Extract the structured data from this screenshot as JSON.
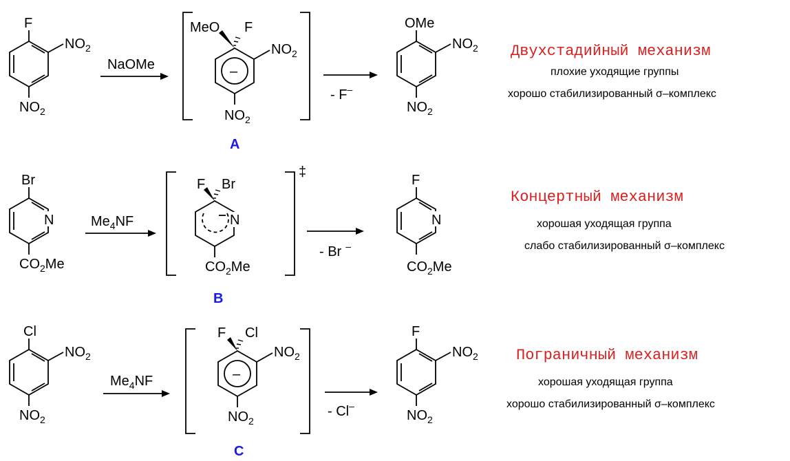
{
  "rows": [
    {
      "reactant": {
        "top": "F",
        "ring_n": "",
        "ortho": "NO",
        "ortho_sub": "2",
        "para": "NO",
        "para_sub": "2"
      },
      "reagent": {
        "base": "NaOMe",
        "sub": "",
        "tail": ""
      },
      "intermediate": {
        "left_sub": "MeO",
        "right_sub": "F",
        "ortho": "NO",
        "ortho_sub": "2",
        "para": "NO",
        "para_sub": "2",
        "charge": "–",
        "label": "A",
        "ts_mark": ""
      },
      "loss": {
        "text": "- F",
        "sup": "–"
      },
      "product": {
        "top": "OMe",
        "ortho": "NO",
        "ortho_sub": "2",
        "para": "NO",
        "para_sub": "2"
      },
      "mechanism": {
        "title": "Двухстадийный механизм",
        "line1": "плохие уходящие группы",
        "line2_pre": "хорошо стабилизированный ",
        "sigma": "σ",
        "line2_post": "–комплекс"
      }
    },
    {
      "reactant": {
        "top": "Br",
        "ring_n": "N",
        "para": "CO",
        "para_sub": "2",
        "para_tail": "Me"
      },
      "reagent": {
        "base": "Me",
        "sub": "4",
        "tail": "NF"
      },
      "intermediate": {
        "left_sub": "F",
        "right_sub": "Br",
        "ring_n": "N",
        "charge": "–",
        "para": "CO",
        "para_sub": "2",
        "para_tail": "Me",
        "label": "B",
        "ts_mark": "‡"
      },
      "loss": {
        "text": "- Br",
        "sup": "–"
      },
      "product": {
        "top": "F",
        "ring_n": "N",
        "para": "CO",
        "para_sub": "2",
        "para_tail": "Me"
      },
      "mechanism": {
        "title": "Концертный механизм",
        "line1": "хорошая уходящая группа",
        "line2_pre": "слабо стабилизированный ",
        "sigma": "σ",
        "line2_post": "–комплекс"
      }
    },
    {
      "reactant": {
        "top": "Cl",
        "ortho": "NO",
        "ortho_sub": "2",
        "para": "NO",
        "para_sub": "2"
      },
      "reagent": {
        "base": "Me",
        "sub": "4",
        "tail": "NF"
      },
      "intermediate": {
        "left_sub": "F",
        "right_sub": "Cl",
        "ortho": "NO",
        "ortho_sub": "2",
        "para": "NO",
        "para_sub": "2",
        "charge": "–",
        "label": "C",
        "ts_mark": ""
      },
      "loss": {
        "text": "- Cl",
        "sup": "–"
      },
      "product": {
        "top": "F",
        "ortho": "NO",
        "ortho_sub": "2",
        "para": "NO",
        "para_sub": "2"
      },
      "mechanism": {
        "title": "Пограничный механизм",
        "line1": "хорошая уходящая группа",
        "line2_pre": "хорошо стабилизированный ",
        "sigma": "σ",
        "line2_post": "–комплекс"
      }
    }
  ]
}
